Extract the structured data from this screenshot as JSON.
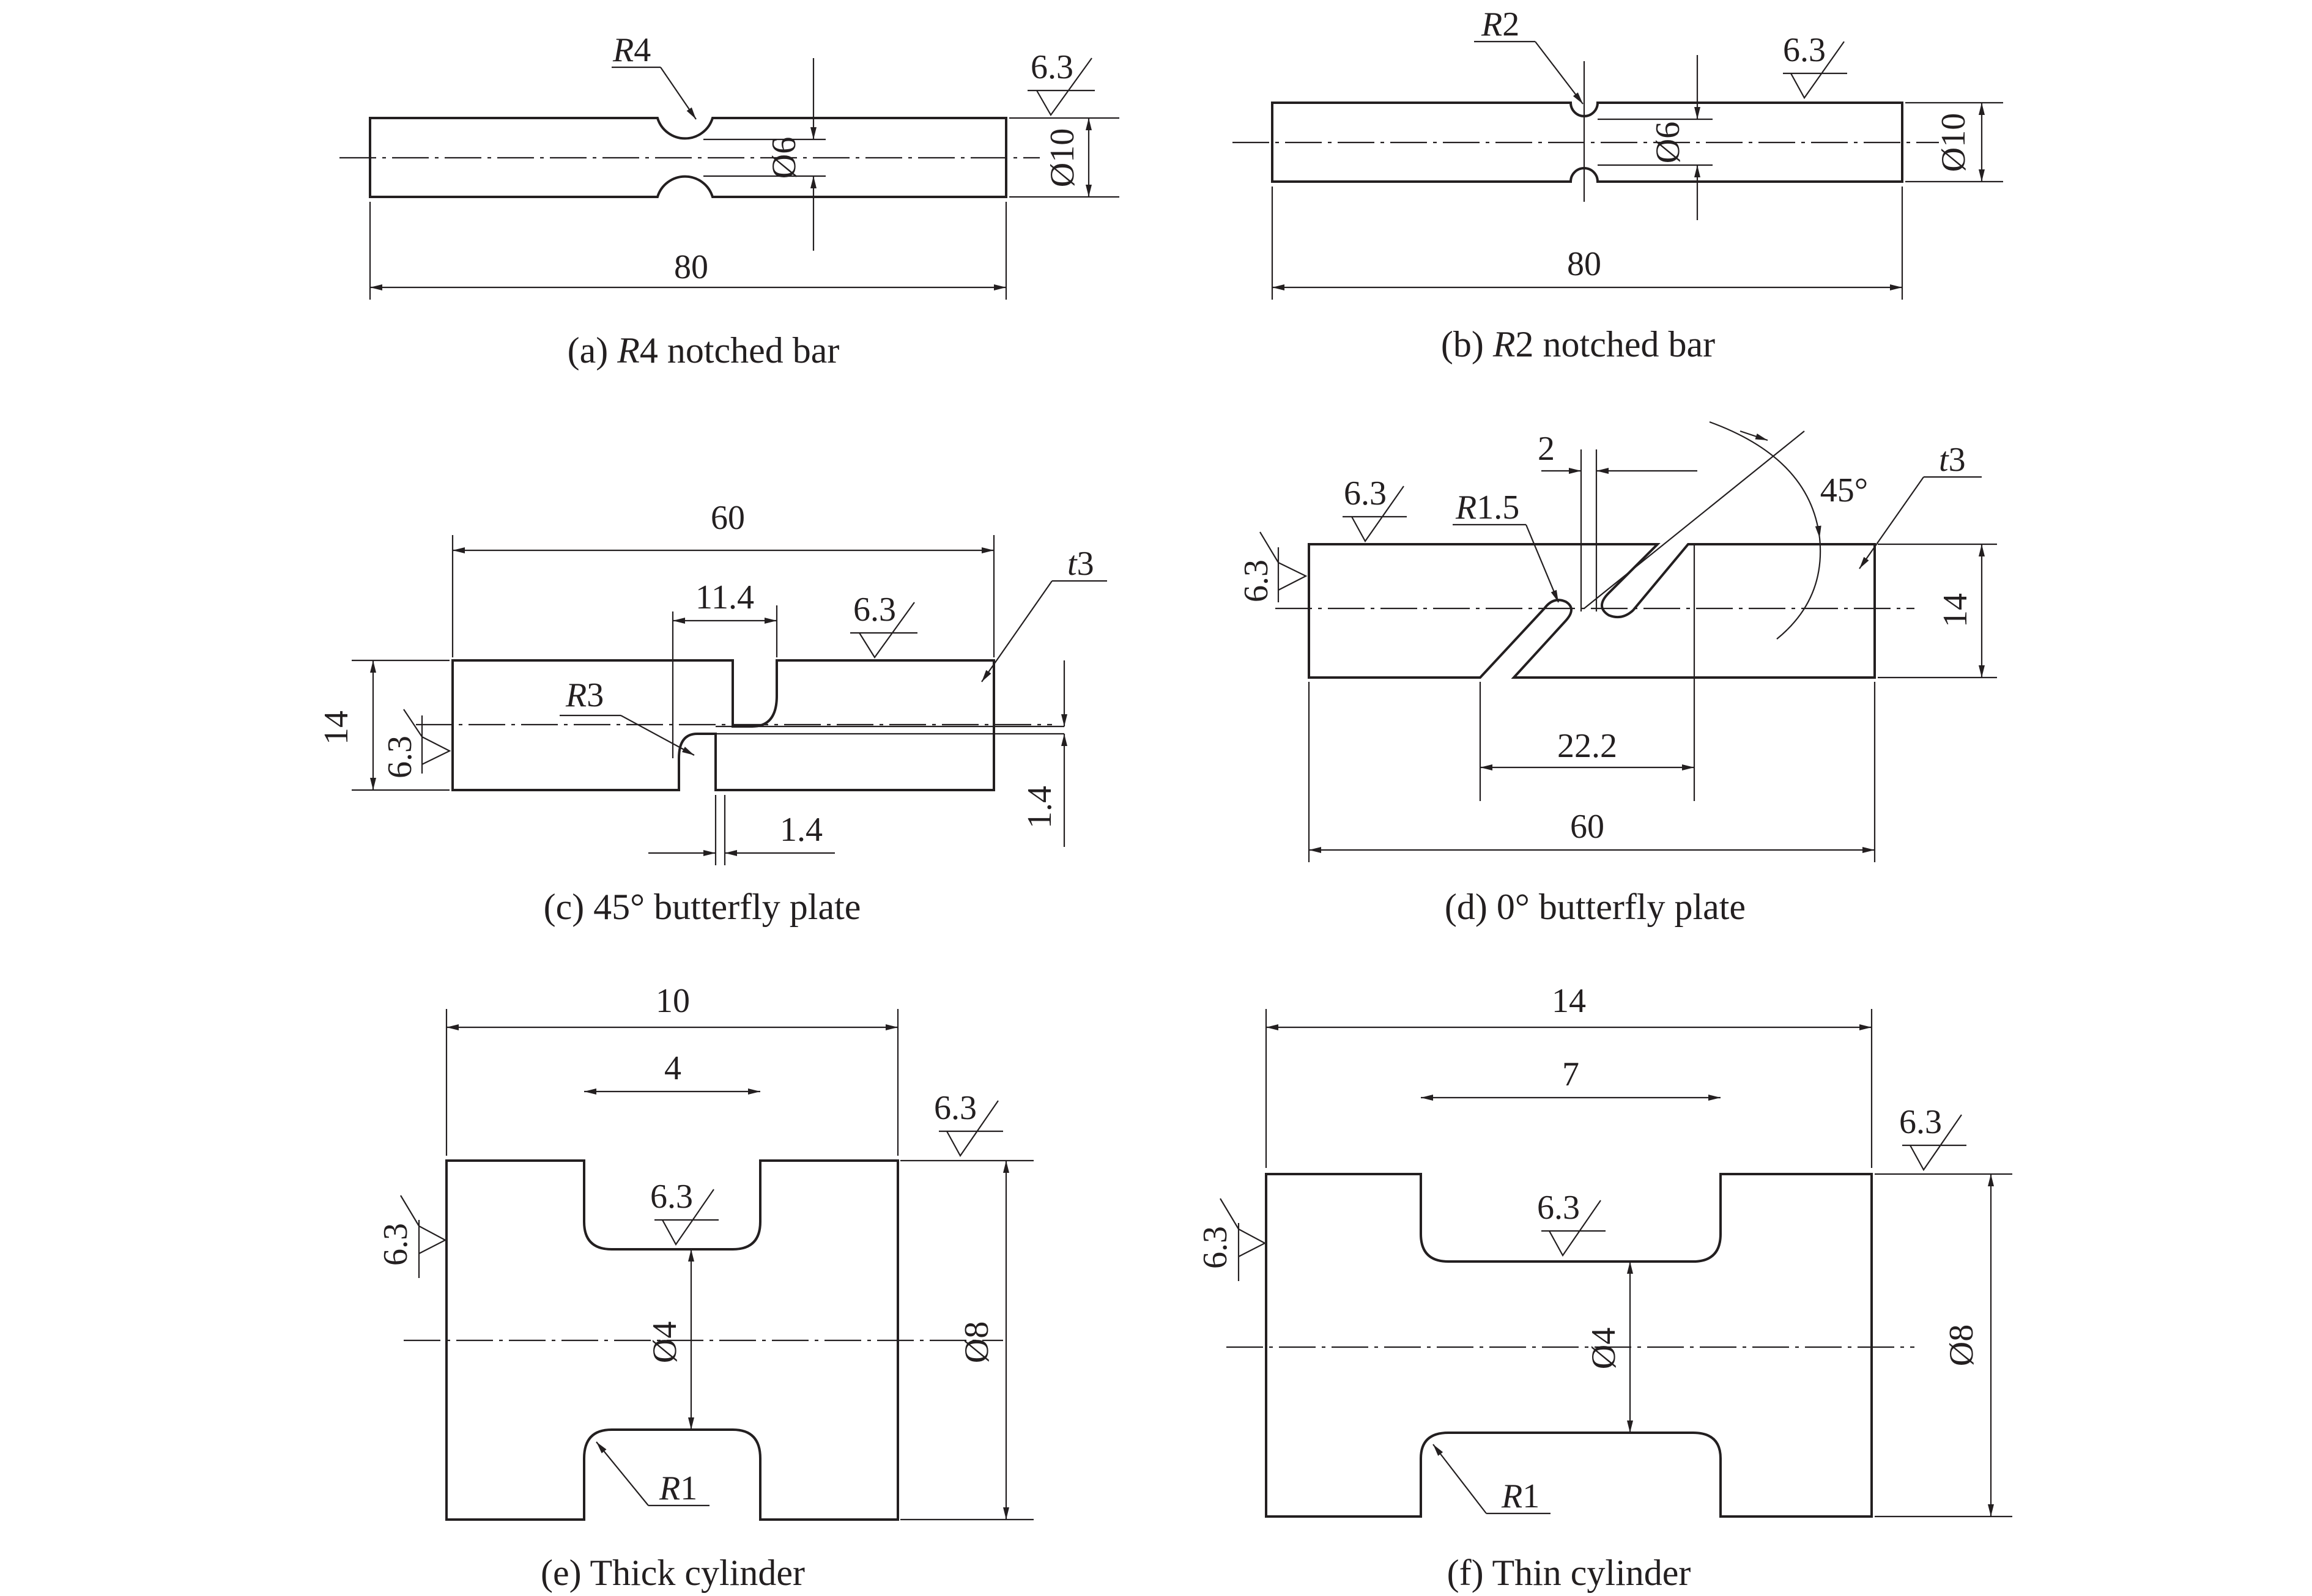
{
  "panels": [
    {
      "caption_prefix": "(a) ",
      "caption_italic": "R",
      "caption_rest": "4 notched bar",
      "length": "80",
      "radius": "R4",
      "inner_diameter": "Ø6",
      "outer_diameter": "Ø10",
      "roughness": "6.3"
    },
    {
      "caption_prefix": "(b) ",
      "caption_italic": "R",
      "caption_rest": "2 notched bar",
      "length": "80",
      "radius": "R2",
      "inner_diameter": "Ø6",
      "outer_diameter": "Ø10",
      "roughness": "6.3"
    },
    {
      "caption": "(c) 45° butterfly plate",
      "length": "60",
      "notch_offset": "11.4",
      "thickness": "t3",
      "radius": "R3",
      "height": "14",
      "gap_width": "1.4",
      "gap_height": "1.4",
      "roughness": "6.3"
    },
    {
      "caption": "(d) 0° butterfly plate",
      "slot_width": "2",
      "angle": "45°",
      "thickness": "t3",
      "radius": "R1.5",
      "height": "14",
      "notch_distance": "22.2",
      "length": "60",
      "roughness": "6.3"
    },
    {
      "caption": "(e) Thick cylinder",
      "length": "10",
      "neck_length": "4",
      "neck_diameter": "Ø4",
      "outer_diameter": "Ø8",
      "radius": "R1",
      "roughness": "6.3"
    },
    {
      "caption": "(f) Thin cylinder",
      "length": "14",
      "neck_length": "7",
      "neck_diameter": "Ø4",
      "outer_diameter": "Ø8",
      "radius": "R1",
      "roughness": "6.3"
    }
  ]
}
